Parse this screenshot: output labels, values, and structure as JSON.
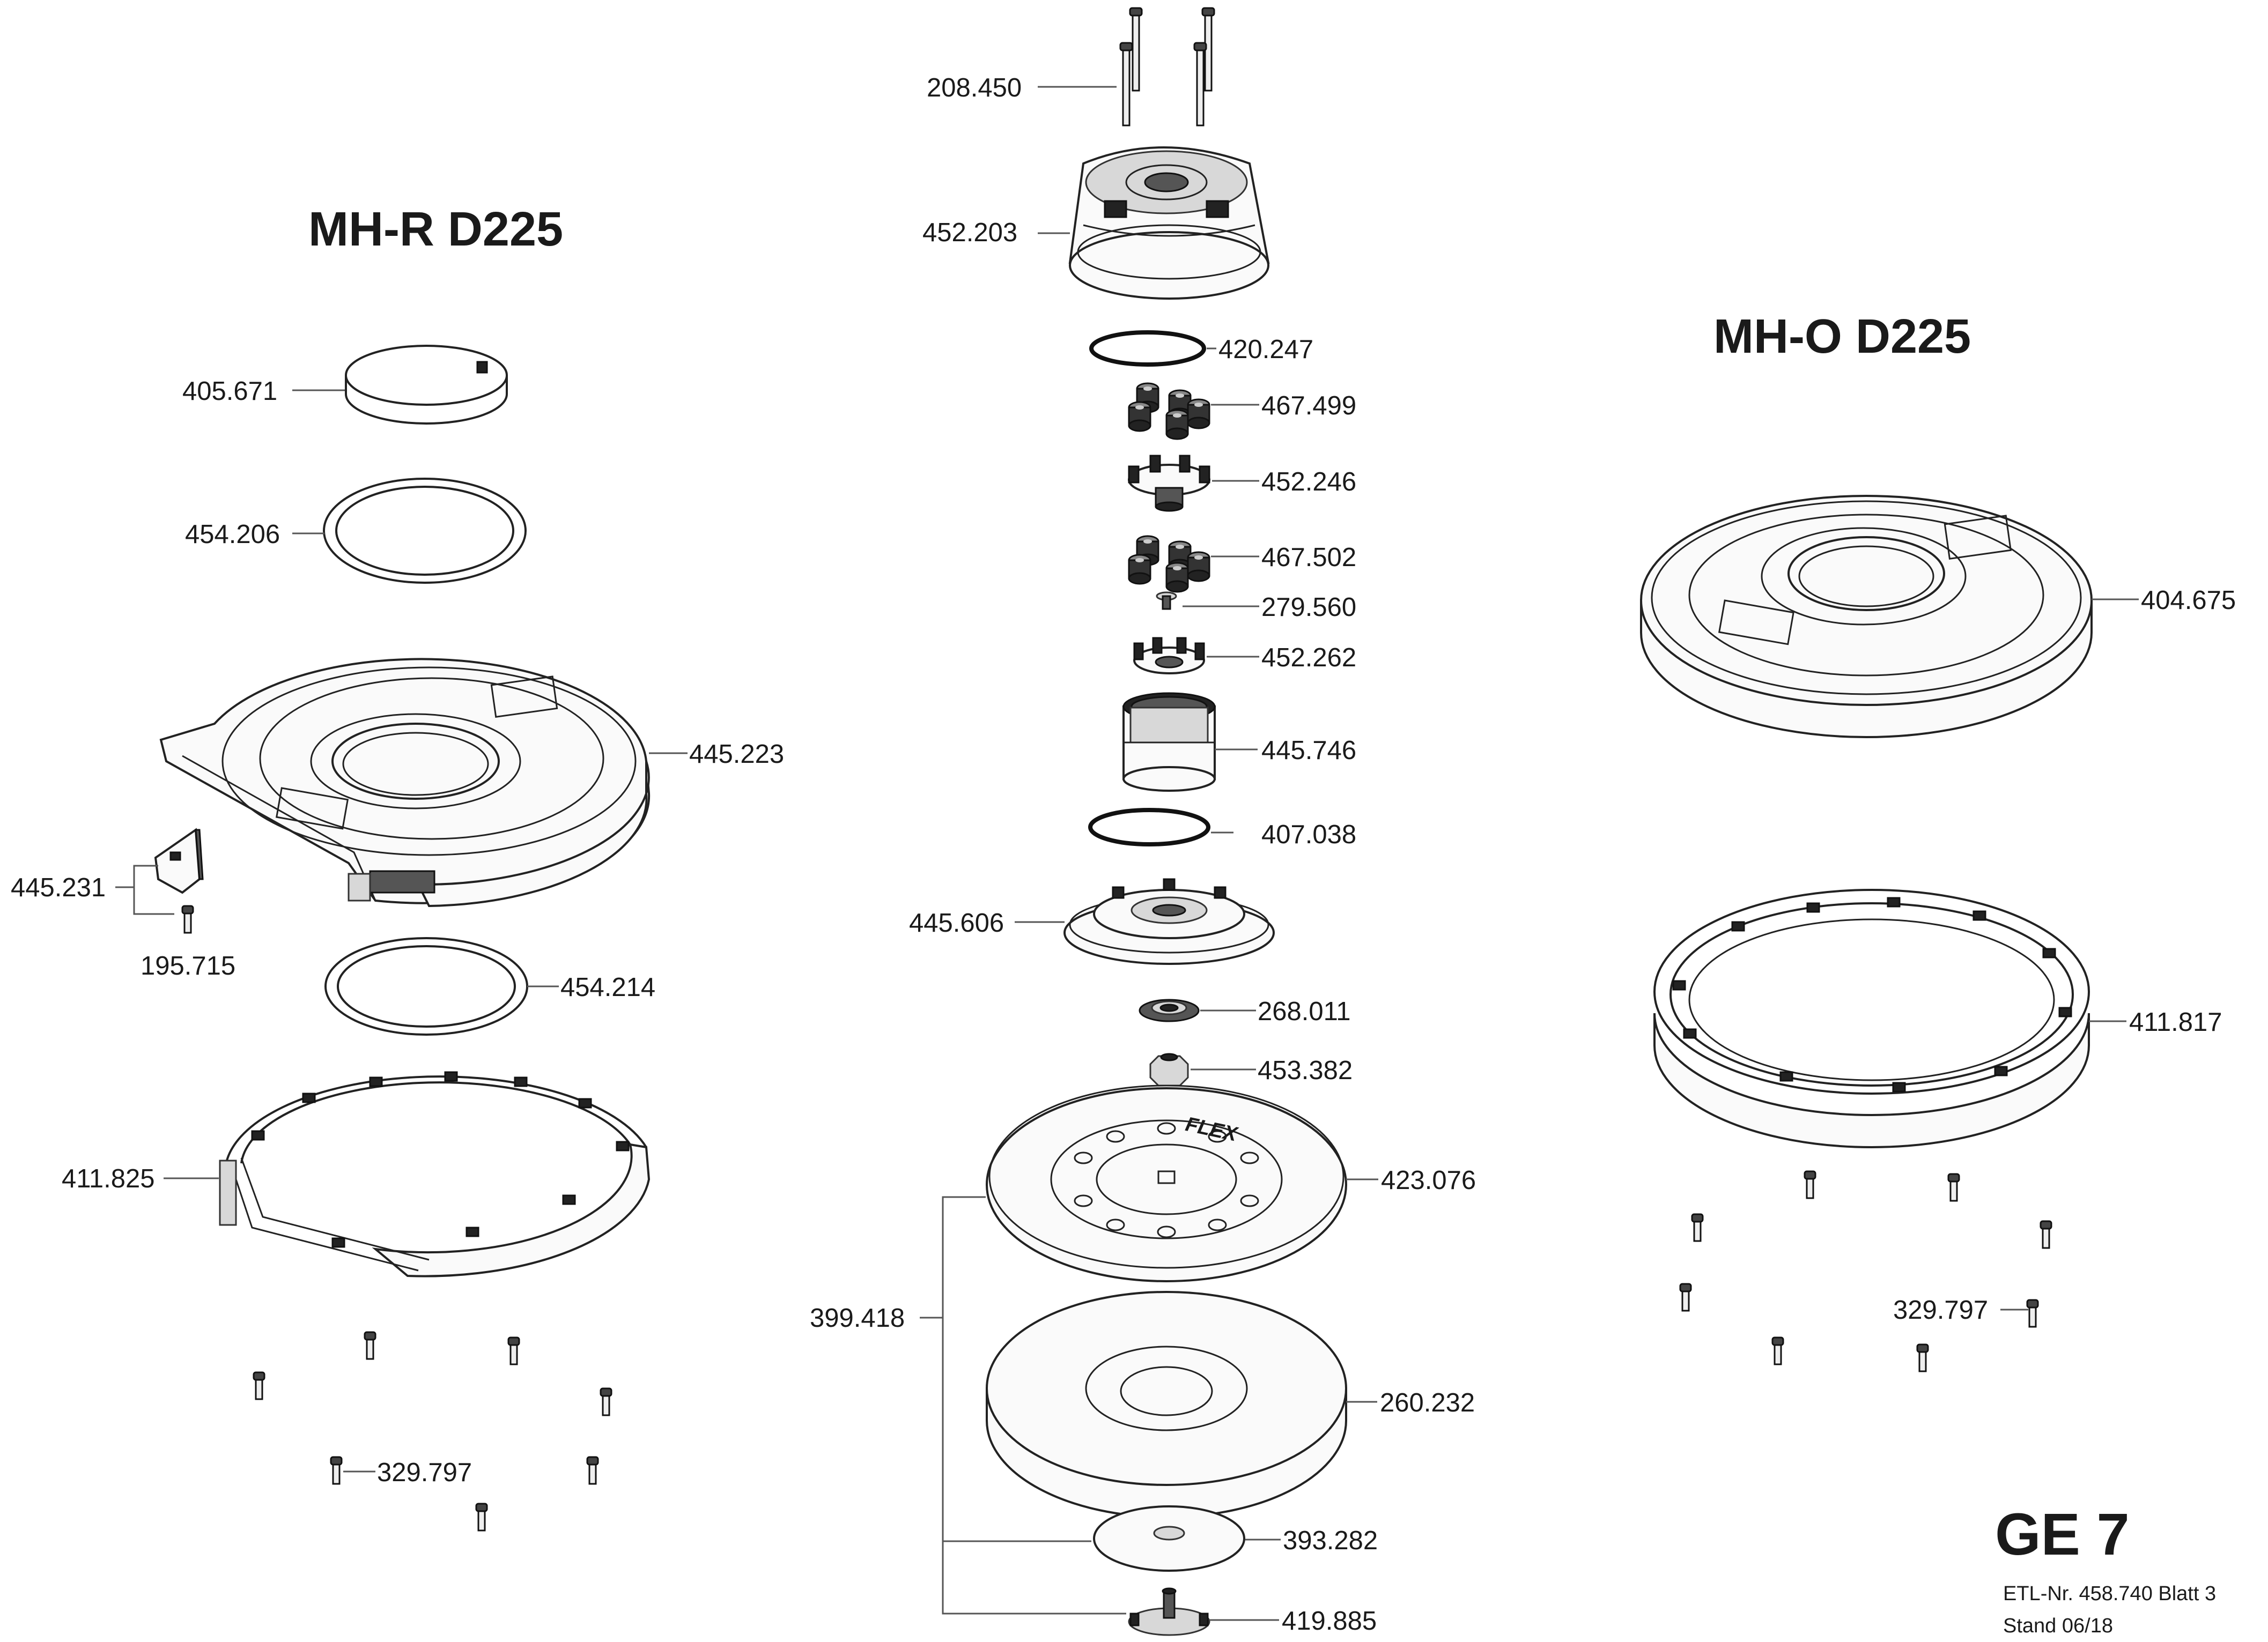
{
  "headings": {
    "left": "MH-R D225",
    "right": "MH-O D225"
  },
  "footer": {
    "model": "GE 7",
    "etl": "ETL-Nr. 458.740  Blatt 3",
    "stand": "Stand 06/18"
  },
  "parts": {
    "p208450": "208.450",
    "p452203": "452.203",
    "p420247": "420.247",
    "p467499": "467.499",
    "p452246": "452.246",
    "p467502": "467.502",
    "p279560": "279.560",
    "p452262": "452.262",
    "p445746": "445.746",
    "p407038": "407.038",
    "p445606": "445.606",
    "p268011": "268.011",
    "p453382": "453.382",
    "p423076": "423.076",
    "p399418": "399.418",
    "p260232": "260.232",
    "p393282": "393.282",
    "p419885": "419.885",
    "p405671": "405.671",
    "p454206": "454.206",
    "p445223": "445.223",
    "p445231": "445.231",
    "p195715": "195.715",
    "p454214": "454.214",
    "p411825": "411.825",
    "p329797_left": "329.797",
    "p404675": "404.675",
    "p411817": "411.817",
    "p329797_right": "329.797"
  },
  "logo_text": "FLEX"
}
